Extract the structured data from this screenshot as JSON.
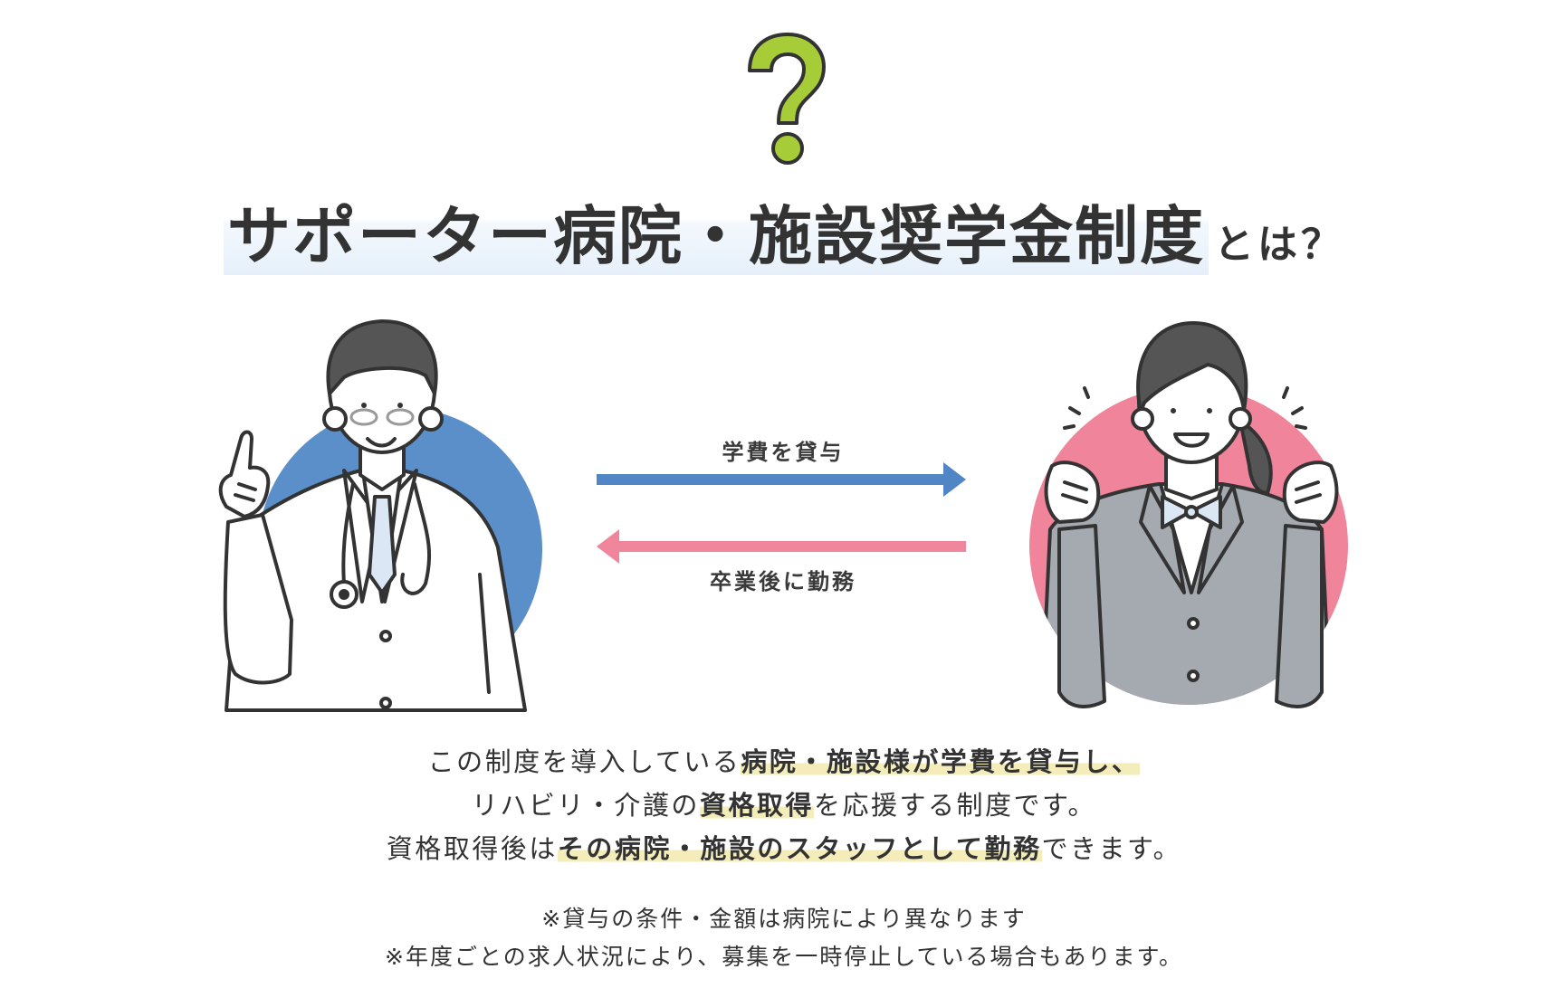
{
  "header": {
    "icon": "question-mark-icon",
    "title_main": "サポーター病院・施設奨学金制度",
    "title_suffix": "とは？"
  },
  "diagram": {
    "left_figure": "doctor-illustration",
    "right_figure": "student-illustration",
    "arrow_top": {
      "label": "学費を貸与",
      "direction": "right",
      "color": "#5085c6"
    },
    "arrow_bottom": {
      "label": "卒業後に勤務",
      "direction": "left",
      "color": "#f0869b"
    },
    "colors": {
      "doctor_circle": "#5b8fca",
      "student_circle": "#f0849a",
      "jacket": "#a5aab0",
      "outline": "#333333",
      "accent_green": "#a6cd38",
      "title_highlight": "#e6f0fa",
      "text_highlight": "#f4edb9"
    }
  },
  "description": {
    "line1": {
      "pre": "この制度を導入している",
      "highlight": "病院・施設様が学費を貸与し、",
      "post": ""
    },
    "line2": {
      "pre": "リハビリ・介護の",
      "highlight": "資格取得",
      "post": "を応援する制度です。"
    },
    "line3": {
      "pre": "資格取得後は",
      "highlight": "その病院・施設のスタッフとして勤務",
      "post": "できます。"
    }
  },
  "notes": [
    "※貸与の条件・金額は病院により異なります",
    "※年度ごとの求人状況により、募集を一時停止している場合もあります。"
  ]
}
